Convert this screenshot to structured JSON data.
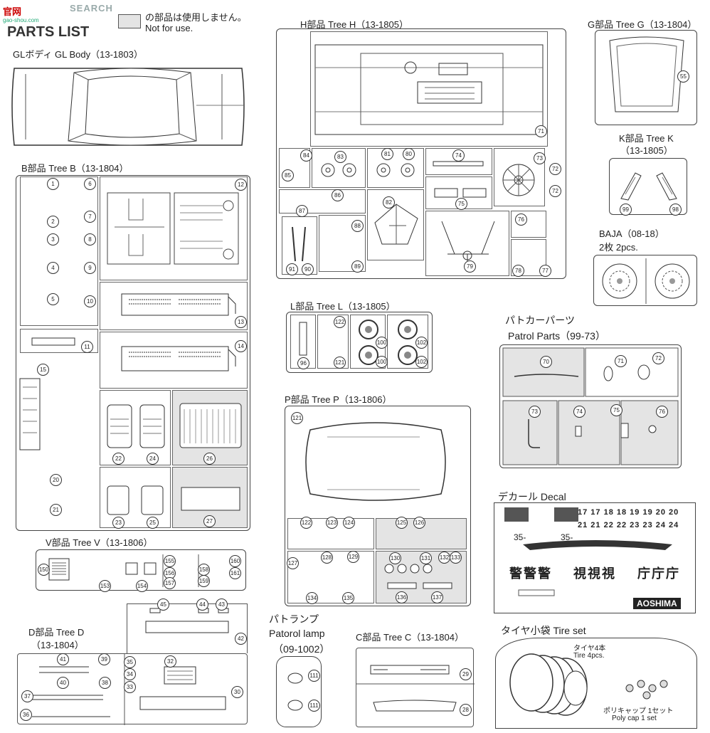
{
  "header": {
    "watermark_brand": "官网",
    "watermark_url": "gao-shou.com",
    "search_text": "SEARCH",
    "title": "PARTS LIST",
    "legend_jp": "の部品は使用しません。",
    "legend_en": "Not for use."
  },
  "trees": {
    "gl_body": {
      "label": "GLボディ GL Body（13-1803）"
    },
    "tree_b": {
      "label": "B部品 Tree B（13-1804）",
      "numbers": [
        "1",
        "6",
        "2",
        "7",
        "3",
        "8",
        "4",
        "9",
        "5",
        "10",
        "11",
        "12",
        "13",
        "14",
        "15",
        "20",
        "21",
        "22",
        "24",
        "26",
        "23",
        "25",
        "27"
      ]
    },
    "tree_h": {
      "label": "H部品 Tree H（13-1805）",
      "numbers": [
        "71",
        "84",
        "85",
        "83",
        "81",
        "80",
        "74",
        "73",
        "72",
        "72",
        "86",
        "87",
        "82",
        "75",
        "76",
        "88",
        "89",
        "91",
        "90",
        "79",
        "78",
        "77"
      ]
    },
    "tree_g": {
      "label": "G部品 Tree G（13-1804）",
      "numbers": [
        "55"
      ]
    },
    "tree_k": {
      "label_1": "K部品 Tree K",
      "label_2": "（13-1805）",
      "numbers": [
        "99",
        "98"
      ]
    },
    "baja": {
      "label_1": "BAJA（08-18）",
      "label_2": "2枚 2pcs."
    },
    "tree_l": {
      "label": "L部品 Tree L（13-1805）",
      "numbers": [
        "122",
        "121",
        "96",
        "100",
        "100",
        "102",
        "102"
      ]
    },
    "patrol": {
      "label_1": "パトカーパーツ",
      "label_2": "Patrol Parts（99-73）",
      "numbers": [
        "70",
        "71",
        "72",
        "73",
        "74",
        "75",
        "76"
      ]
    },
    "tree_p": {
      "label": "P部品 Tree P（13-1806）",
      "numbers": [
        "121",
        "122",
        "123",
        "124",
        "125",
        "126",
        "127",
        "128",
        "129",
        "130",
        "131",
        "132",
        "133",
        "134",
        "135",
        "136",
        "137"
      ]
    },
    "decal": {
      "label": "デカール Decal",
      "row1": "17 17 18 18 19 19 20 20",
      "row2": "21 21 22 22 23 23 24 24",
      "small1": "35-",
      "small2": "35-",
      "kanji1": "警警警",
      "kanji2": "視視視",
      "kanji3": "庁庁庁",
      "brand": "AOSHIMA"
    },
    "tree_v": {
      "label": "V部品 Tree V（13-1806）",
      "numbers": [
        "150",
        "153",
        "154",
        "155",
        "156",
        "157",
        "158",
        "159",
        "160",
        "161"
      ]
    },
    "tree_d": {
      "label_1": "D部品 Tree D",
      "label_2": "（13-1804）",
      "numbers": [
        "45",
        "44",
        "43",
        "42",
        "41",
        "39",
        "35",
        "34",
        "33",
        "32",
        "40",
        "38",
        "37",
        "36",
        "30"
      ]
    },
    "patrol_lamp": {
      "label_1": "パトランプ",
      "label_2": "Patorol lamp",
      "label_3": "（09-1002）",
      "numbers": [
        "111",
        "111"
      ]
    },
    "tree_c": {
      "label": "C部品 Tree C（13-1804）",
      "numbers": [
        "29",
        "28"
      ]
    },
    "tire_set": {
      "label": "タイヤ小袋 Tire set",
      "tire_jp": "タイヤ4本",
      "tire_en": "Tire 4pcs.",
      "cap_jp": "ポリキャップ 1セット",
      "cap_en": "Poly cap 1 set"
    }
  }
}
